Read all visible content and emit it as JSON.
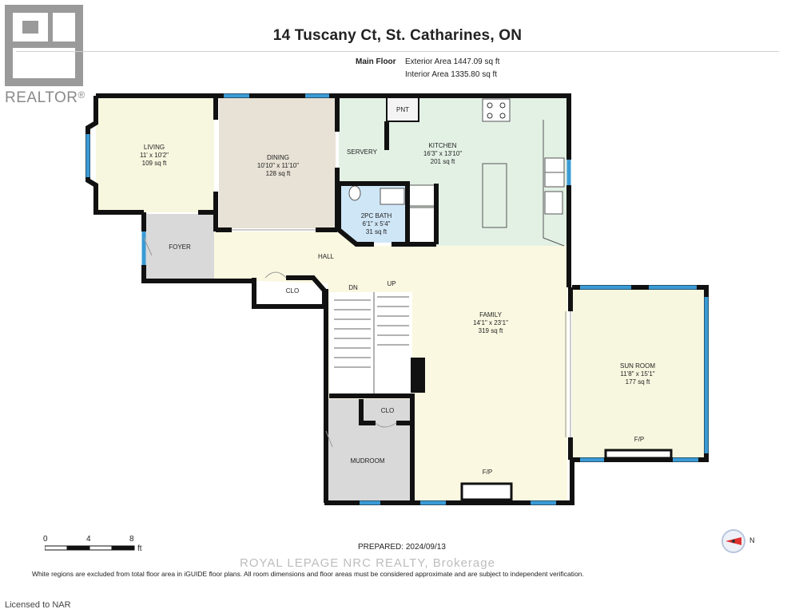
{
  "title": "14 Tuscany Ct, St. Catharines, ON",
  "floor": {
    "name": "Main Floor",
    "exterior_label": "Exterior Area",
    "exterior_value": "1447.09 sq ft",
    "interior_label": "Interior Area",
    "interior_value": "1335.80 sq ft"
  },
  "logo": {
    "word": "REALTOR",
    "mark": "®"
  },
  "rooms": {
    "living": {
      "name": "LIVING",
      "dims": "11' x 10'2\"",
      "area": "109 sq ft"
    },
    "dining": {
      "name": "DINING",
      "dims": "10'10\" x 11'10\"",
      "area": "128 sq ft"
    },
    "kitchen": {
      "name": "KITCHEN",
      "dims": "16'3\" x 13'10\"",
      "area": "201 sq ft"
    },
    "pnt": {
      "name": "PNT"
    },
    "servery": {
      "name": "SERVERY"
    },
    "bath": {
      "name": "2PC BATH",
      "dims": "6'1\" x 5'4\"",
      "area": "31 sq ft"
    },
    "foyer": {
      "name": "FOYER"
    },
    "hall": {
      "name": "HALL"
    },
    "clo1": {
      "name": "CLO"
    },
    "dn": {
      "name": "DN"
    },
    "up": {
      "name": "UP"
    },
    "family": {
      "name": "FAMILY",
      "dims": "14'1\" x 23'1\"",
      "area": "319 sq ft"
    },
    "sunroom": {
      "name": "SUN ROOM",
      "dims": "11'8\" x 15'1\"",
      "area": "177 sq ft"
    },
    "clo2": {
      "name": "CLO"
    },
    "mudroom": {
      "name": "MUDROOM"
    },
    "fp_family": {
      "name": "F/P"
    },
    "fp_sun": {
      "name": "F/P"
    }
  },
  "scale": {
    "t0": "0",
    "t4": "4",
    "t8": "8",
    "unit": "ft"
  },
  "prepared": "PREPARED: 2024/09/13",
  "footnote": "White regions are excluded from total floor area in iGUIDE floor plans. All room dimensions and floor areas must be considered approximate and are subject to independent verification.",
  "watermark": "ROYAL LEPAGE NRC REALTY, Brokerage",
  "licensed": "Licensed to NAR",
  "compass": {
    "dir": "N"
  },
  "colors": {
    "wall": "#111111",
    "window": "#3a9bd5",
    "living": "#f7f6df",
    "dining": "#e8e2d6",
    "kitchen": "#e3f1e5",
    "bath": "#cfe6f7",
    "foyer": "#d9d9d9",
    "hall": "#fbf8e1",
    "sunroom": "#f7f6df",
    "mudroom": "#d9d9d9"
  }
}
